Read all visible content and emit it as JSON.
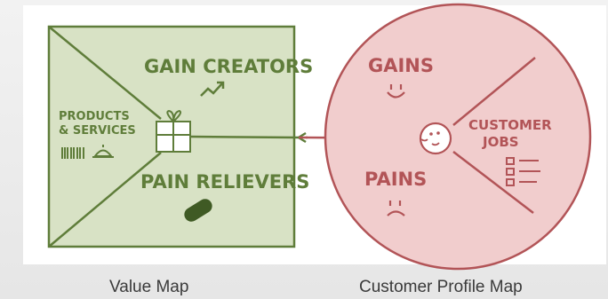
{
  "value_map": {
    "gain_creators": "GAIN CREATORS",
    "products_line1": "PRODUCTS",
    "products_line2": "& SERVICES",
    "pain_relievers": "PAIN RELIEVERS",
    "caption": "Value Map",
    "fill_color": "#d8e2c5",
    "stroke_color": "#5f7d3a"
  },
  "customer_profile": {
    "gains": "GAINS",
    "customer_line1": "CUSTOMER",
    "customer_line2": "JOBS",
    "pains": "PAINS",
    "caption": "Customer Profile Map",
    "fill_color": "#f1cdcd",
    "stroke_color": "#b25457"
  },
  "icons": [
    "gift-icon",
    "trend-up-arrow-icon",
    "pill-icon",
    "smile-face-icon",
    "frown-face-icon",
    "checklist-icon",
    "customer-face-icon",
    "barcode-icon",
    "service-bell-icon"
  ]
}
